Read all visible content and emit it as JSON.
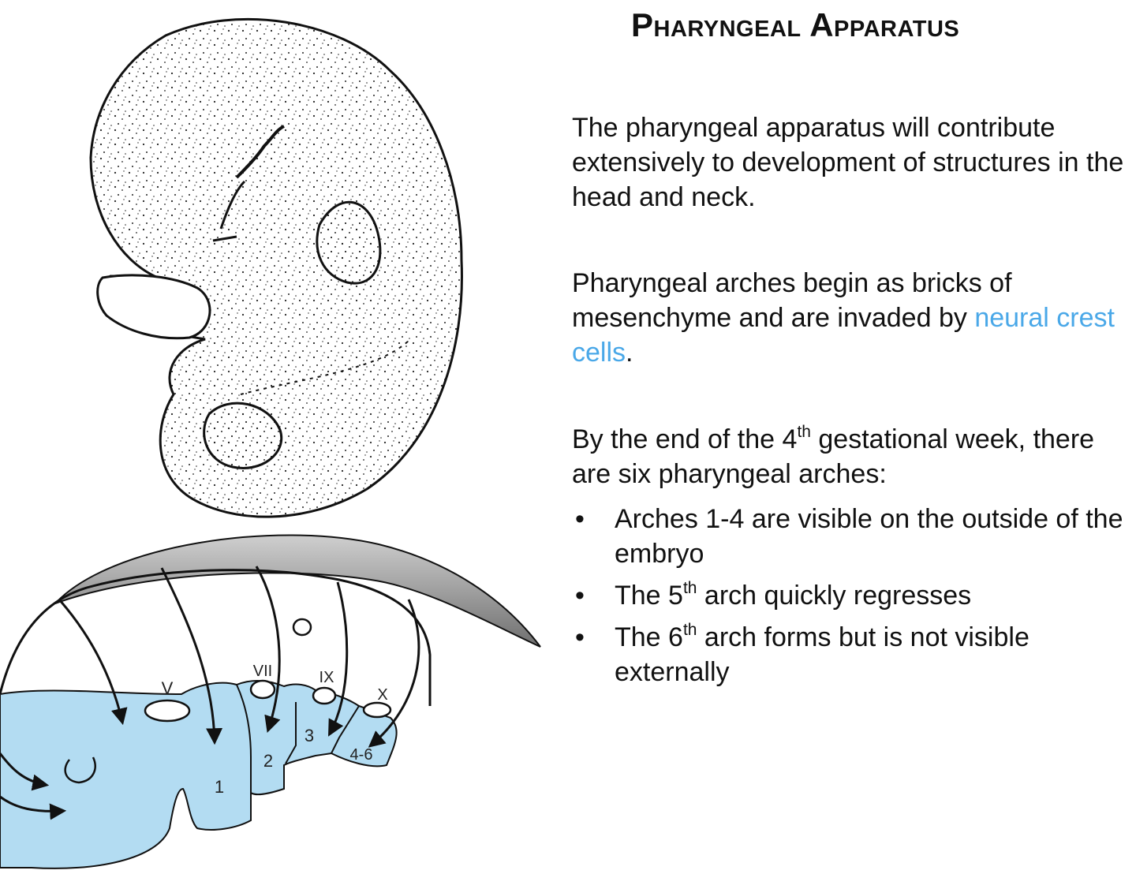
{
  "title": "Pharyngeal Apparatus",
  "paragraphs": {
    "p1": "The pharyngeal apparatus will contribute extensively to development of structures in the head and neck.",
    "p2_before": "Pharyngeal arches begin as bricks of mesenchyme and are invaded by ",
    "p2_highlight": "neural crest cells",
    "p2_after": ".",
    "p3_before": "By the end of the 4",
    "p3_sup": "th",
    "p3_after": " gestational week, there are six pharyngeal arches:"
  },
  "bullets": [
    {
      "before": "Arches 1-4 are visible on the outside of the embryo",
      "sup": "",
      "after": ""
    },
    {
      "before": "The 5",
      "sup": "th",
      "after": " arch quickly regresses"
    },
    {
      "before": "The 6",
      "sup": "th",
      "after": " arch forms but is not visible externally"
    }
  ],
  "bullet_symbol": "•",
  "diagram_labels": {
    "nerve_v": "V",
    "nerve_vii": "VII",
    "nerve_ix": "IX",
    "nerve_x": "X",
    "arch_1": "1",
    "arch_2": "2",
    "arch_3": "3",
    "arch_4_6": "4-6"
  },
  "colors": {
    "highlight": "#4aa8e8",
    "arch_fill": "#b3dcf2",
    "neural_crest_band": "#9a9a9a"
  }
}
